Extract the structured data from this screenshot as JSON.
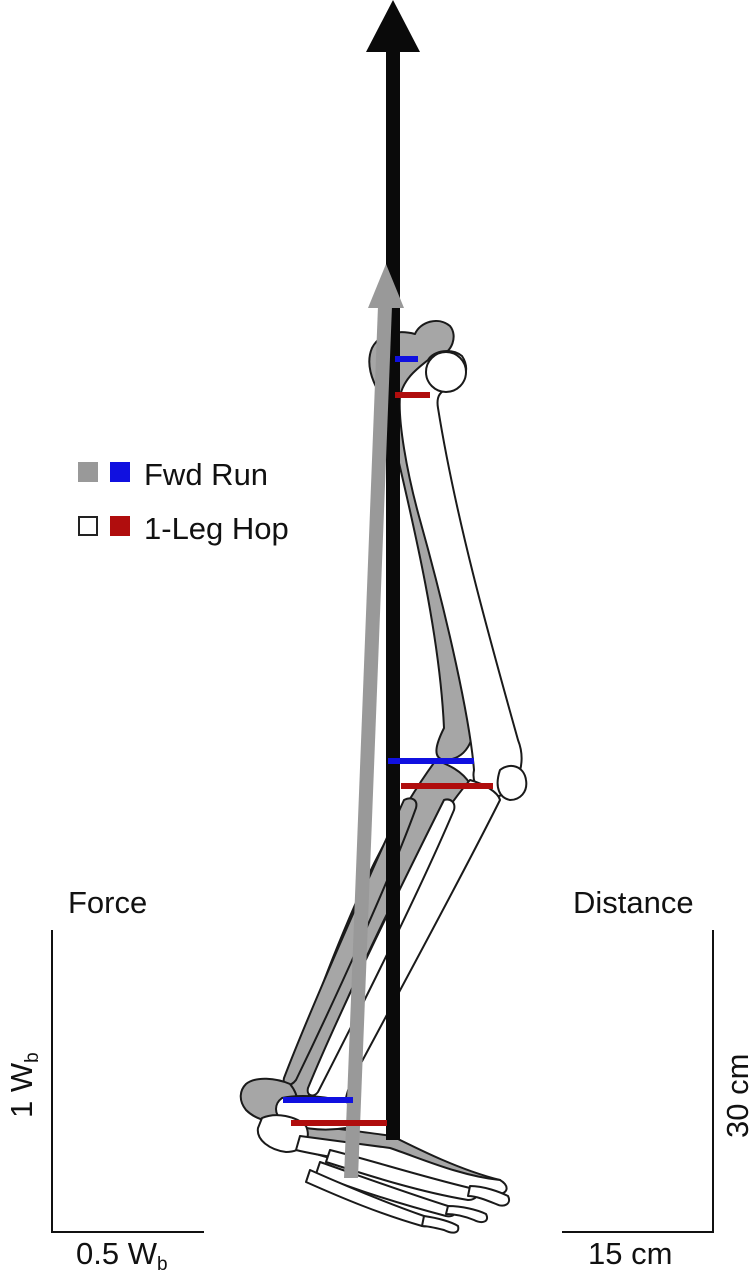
{
  "legend": {
    "fwd_run_label": "Fwd Run",
    "one_leg_hop_label": "1-Leg Hop"
  },
  "scales": {
    "force_title": "Force",
    "force_x_value": "0.5 W",
    "force_x_sub": "b",
    "force_y_value": "1 W",
    "force_y_sub": "b",
    "distance_title": "Distance",
    "distance_x": "15 cm",
    "distance_y": "30 cm"
  },
  "colors": {
    "fwd_run_arrow": "#999999",
    "fwd_run_marker": "#1010e0",
    "one_leg_hop_arrow": "#0a0a0a",
    "one_leg_hop_marker": "#b00d0d",
    "bone_shaded": "#a6a6a6",
    "bone_outline": "#1a1a1a"
  },
  "icons": {
    "leg_skeleton": "leg-skeleton-icon"
  }
}
